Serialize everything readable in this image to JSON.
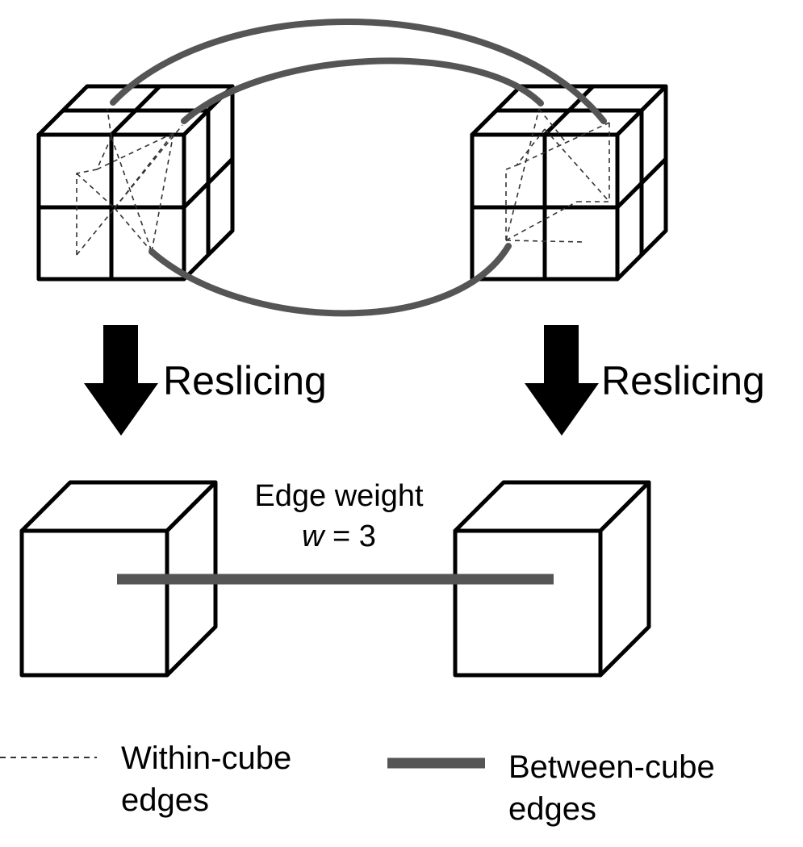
{
  "arrows": {
    "left_label": "Reslicing",
    "right_label": "Reslicing"
  },
  "edge_weight": {
    "title": "Edge weight",
    "symbol": "w",
    "value_text": " = 3"
  },
  "legend": {
    "within": {
      "line1": "Within-cube",
      "line2": "edges",
      "style": "dashed"
    },
    "between": {
      "line1": "Between-cube",
      "line2": "edges",
      "style": "solid"
    }
  },
  "colors": {
    "outline": "#000000",
    "between_cube_edge": "#555555",
    "within_cube_edge": "#333333"
  }
}
